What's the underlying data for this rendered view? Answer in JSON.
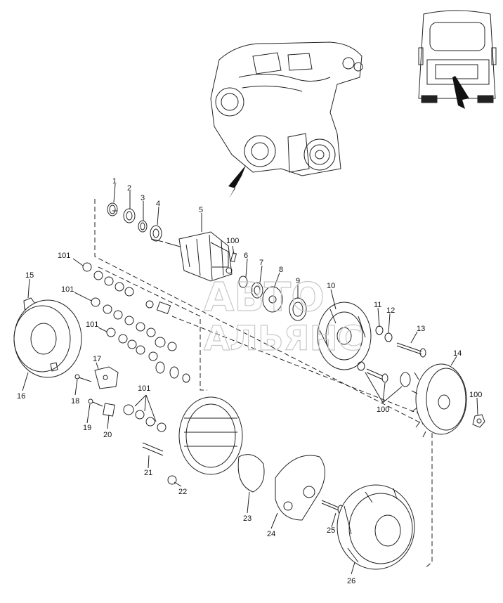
{
  "diagram": {
    "watermark_line1": "АВТО",
    "watermark_line2": "АЛЬЯНС",
    "callouts": [
      {
        "id": "c1",
        "text": "1"
      },
      {
        "id": "c2",
        "text": "2"
      },
      {
        "id": "c3",
        "text": "3"
      },
      {
        "id": "c4",
        "text": "4"
      },
      {
        "id": "c5",
        "text": "5"
      },
      {
        "id": "c100a",
        "text": "100"
      },
      {
        "id": "c6",
        "text": "6"
      },
      {
        "id": "c7",
        "text": "7"
      },
      {
        "id": "c8",
        "text": "8"
      },
      {
        "id": "c9",
        "text": "9"
      },
      {
        "id": "c10",
        "text": "10"
      },
      {
        "id": "c11",
        "text": "11"
      },
      {
        "id": "c12",
        "text": "12"
      },
      {
        "id": "c13",
        "text": "13"
      },
      {
        "id": "c14",
        "text": "14"
      },
      {
        "id": "c100b",
        "text": "100"
      },
      {
        "id": "c100c",
        "text": "100"
      },
      {
        "id": "c101a",
        "text": "101"
      },
      {
        "id": "c101b",
        "text": "101"
      },
      {
        "id": "c101c",
        "text": "101"
      },
      {
        "id": "c101d",
        "text": "101"
      },
      {
        "id": "c15",
        "text": "15"
      },
      {
        "id": "c16",
        "text": "16"
      },
      {
        "id": "c17",
        "text": "17"
      },
      {
        "id": "c18",
        "text": "18"
      },
      {
        "id": "c19",
        "text": "19"
      },
      {
        "id": "c20",
        "text": "20"
      },
      {
        "id": "c21",
        "text": "21"
      },
      {
        "id": "c22",
        "text": "22"
      },
      {
        "id": "c23",
        "text": "23"
      },
      {
        "id": "c24",
        "text": "24"
      },
      {
        "id": "c25",
        "text": "25"
      },
      {
        "id": "c26",
        "text": "26"
      }
    ]
  }
}
